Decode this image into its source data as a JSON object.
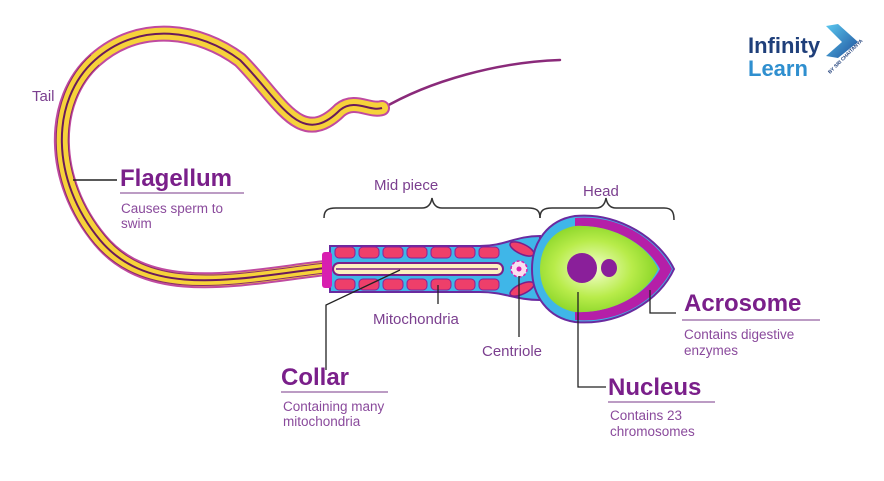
{
  "logo": {
    "line1": "Infinity",
    "line2": "Learn",
    "tagline": "BY SRI CHAITANYA"
  },
  "labels": {
    "tail": "Tail",
    "mid_piece": "Mid piece",
    "head": "Head",
    "mitochondria": "Mitochondria",
    "centriole": "Centriole"
  },
  "callouts": {
    "flagellum": {
      "title": "Flagellum",
      "desc1": "Causes sperm to",
      "desc2": "swim"
    },
    "collar": {
      "title": "Collar",
      "desc1": "Containing many",
      "desc2": "mitochondria"
    },
    "acrosome": {
      "title": "Acrosome",
      "desc1": "Contains digestive",
      "desc2": "enzymes"
    },
    "nucleus": {
      "title": "Nucleus",
      "desc1": "Contains 23",
      "desc2": "chromosomes"
    }
  },
  "colors": {
    "tail_yellow": "#f6d23a",
    "tail_outline": "#8a2a6a",
    "mitochondria_red": "#ee3f6a",
    "cytoplasm_blue": "#3fb6e8",
    "membrane_purple": "#8a1f9a",
    "magenta": "#d81fb0",
    "head_green": "#9be03a",
    "nucleus_purple": "#8a1f9a",
    "text_purple": "#7a1f8a"
  }
}
